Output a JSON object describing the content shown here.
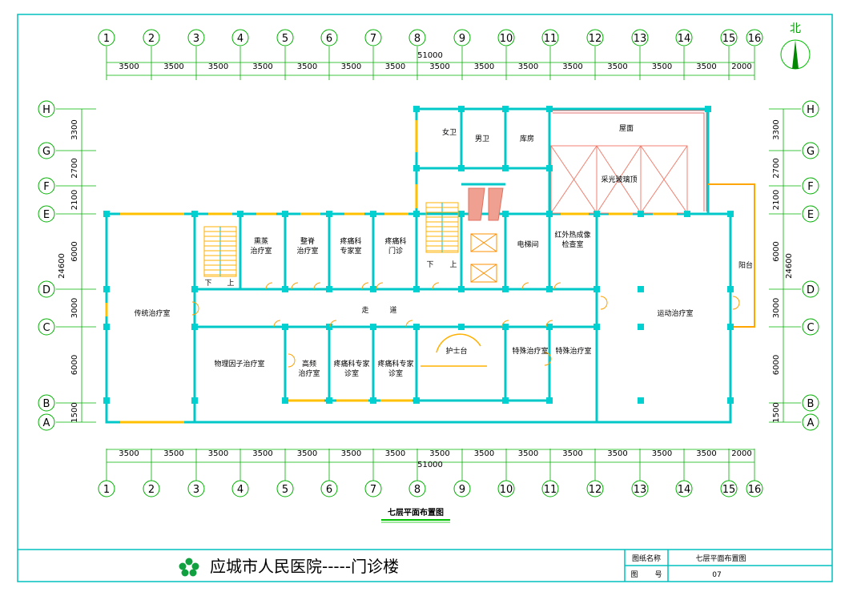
{
  "compass": {
    "label": "北"
  },
  "axes": {
    "numbers": [
      "1",
      "2",
      "3",
      "4",
      "5",
      "6",
      "7",
      "8",
      "9",
      "10",
      "11",
      "12",
      "13",
      "14",
      "15",
      "16"
    ],
    "letters": [
      "H",
      "G",
      "F",
      "E",
      "D",
      "C",
      "B",
      "A"
    ],
    "spacings": [
      "3500",
      "3500",
      "3500",
      "3500",
      "3500",
      "3500",
      "3500",
      "3500",
      "3500",
      "3500",
      "3500",
      "3500",
      "3500",
      "3500",
      "2000"
    ],
    "total": "51000",
    "row_spacings": [
      "3300",
      "2700",
      "2100",
      "6000",
      "3000",
      "6000",
      "1500"
    ],
    "row_total": "24600"
  },
  "rooms": {
    "toilet_female": "女卫",
    "toilet_male": "男卫",
    "storage": "库房",
    "roof": "屋面",
    "skylight": "采光玻璃顶",
    "traditional": "传统治疗室",
    "fumigation": [
      "熏蒸",
      "治疗室"
    ],
    "spine": [
      "整脊",
      "治疗室"
    ],
    "pain_expert": [
      "疼痛科",
      "专家室"
    ],
    "pain_clinic": [
      "疼痛科",
      "门诊"
    ],
    "elevator_room": "电梯间",
    "infrared": [
      "红外热成像",
      "检查室"
    ],
    "balcony": "阳台",
    "corridor_1": "走",
    "corridor_2": "道",
    "sports": "运动治疗室",
    "physio": "物理因子治疗室",
    "hf": [
      "高频",
      "治疗室"
    ],
    "pain_consult_1": [
      "疼痛科专家",
      "诊室"
    ],
    "pain_consult_2": [
      "疼痛科专家",
      "诊室"
    ],
    "nurse_station": "护士台",
    "special_1": "特殊治疗室",
    "special_2": "特殊治疗室",
    "stair_down": "下",
    "stair_up": "上"
  },
  "drawing_title": "七层平面布置图",
  "title_block": {
    "hospital": "应城市人民医院-----门诊楼",
    "name_label": "图纸名称",
    "name_value": "七层平面布置图",
    "no_label_1": "图",
    "no_label_2": "号",
    "no_value": "07"
  }
}
